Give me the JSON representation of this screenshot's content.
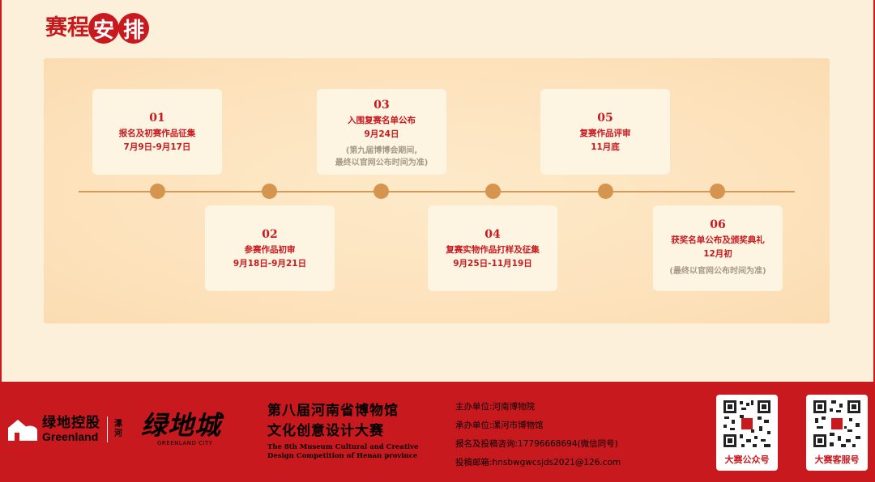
{
  "title": {
    "part1": "赛程",
    "c1": "安",
    "c2": "排"
  },
  "steps": [
    {
      "num": "01",
      "label": "报名及初赛作品征集",
      "date": "7月9日-9月17日"
    },
    {
      "num": "02",
      "label": "参赛作品初审",
      "date": "9月18日-9月21日"
    },
    {
      "num": "03",
      "label": "入围复赛名单公布",
      "date": "9月24日",
      "note1": "(第九届博博会期间,",
      "note2": "最终以官网公布时间为准)"
    },
    {
      "num": "04",
      "label": "复赛实物作品打样及征集",
      "date": "9月25日-11月19日"
    },
    {
      "num": "05",
      "label": "复赛作品评审",
      "date": "11月底"
    },
    {
      "num": "06",
      "label": "获奖名单公布及颁奖典礼",
      "date": "12月初",
      "note1": "(最终以官网公布时间为准)"
    }
  ],
  "footer": {
    "greenland_cn": "绿地控股",
    "greenland_en": "Greenland",
    "luohe": "漯河",
    "city_cn": "绿地城",
    "city_en": "GREENLAND CITY",
    "comp_l1": "第八届河南省博物馆",
    "comp_l2": "文化创意设计大赛",
    "comp_e1": "The 8th Museum Cultural and Creative",
    "comp_e2": "Design Competition of Henan province",
    "info": [
      "主办单位:河南博物院",
      "承办单位:漯河市博物馆",
      "报名及投稿咨询:17796668694(微信同号)",
      "投稿邮箱:hnsbwgwcsjds2021@126.com"
    ],
    "qr1_caption": "大赛公众号",
    "qr2_caption": "大赛客服号"
  },
  "colors": {
    "brand_red": "#c8191f",
    "timeline": "#d49a58",
    "card_bg": "#fef4e2",
    "page_bg": "#fdf0da"
  }
}
